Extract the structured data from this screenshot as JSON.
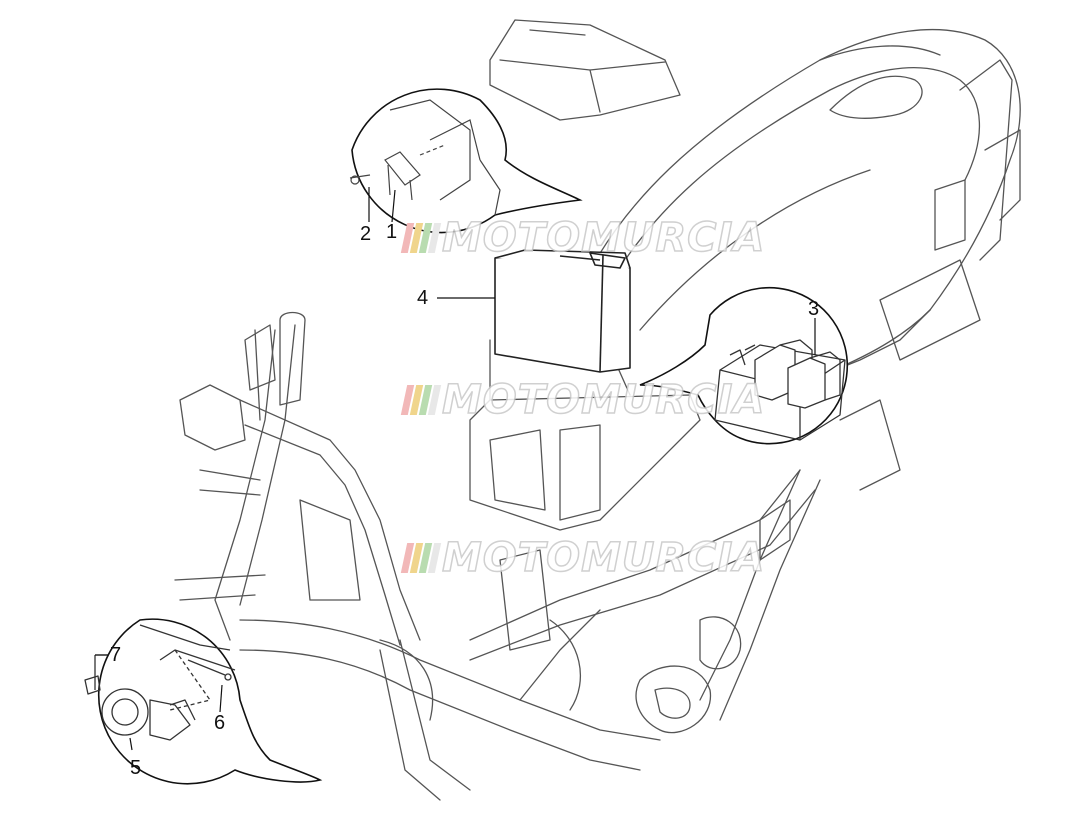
{
  "callouts": {
    "c1": "1",
    "c2": "2",
    "c3": "3",
    "c4": "4",
    "c5": "5",
    "c6": "6",
    "c7": "7"
  },
  "watermark": {
    "text": "MOTOMURCIA",
    "stripe_colors": [
      "#f2b8b8",
      "#f0d58c",
      "#b9dcb0",
      "#e8e8e8"
    ]
  },
  "colors": {
    "line": "#333333",
    "faint": "#9a9a9a",
    "background": "#ffffff"
  }
}
